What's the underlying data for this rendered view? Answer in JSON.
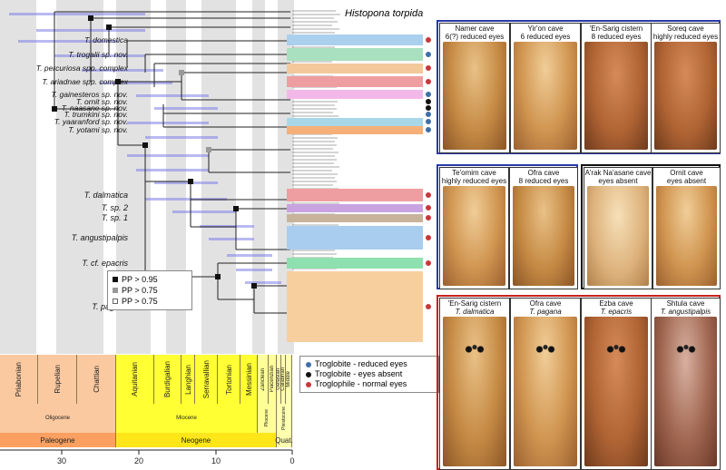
{
  "outgroup_label": "Histopona torpida",
  "clades": [
    {
      "name": "T. domestica",
      "color": "#aad0ee",
      "dot": "#c8383a"
    },
    {
      "name": "T. trogalii sp. nov.",
      "color": "#a8e0c0",
      "dot": "#3f6fa8"
    },
    {
      "name": "T. percuriosa spp. complex",
      "color": "#f3c89b",
      "dot": "#c8383a"
    },
    {
      "name": "T. ariadnae spp. complex",
      "color": "#ee9ea0",
      "dot": "#c8383a"
    },
    {
      "name": "T. gainesteros sp. nov.",
      "color": "#f2b9e8",
      "dot": "#3f6fa8"
    },
    {
      "name": "T. ornit sp. nov.",
      "color": "#ffffff",
      "dot": "#111111"
    },
    {
      "name": "T. naasane sp. nov.",
      "color": "#ffffff",
      "dot": "#111111"
    },
    {
      "name": "T. trumkini sp. nov.",
      "color": "#ffffff",
      "dot": "#3f6fa8"
    },
    {
      "name": "T. yaaranford sp. nov.",
      "color": "#a8d8e8",
      "dot": "#3f6fa8"
    },
    {
      "name": "T. yotami sp. nov.",
      "color": "#f5b07a",
      "dot": "#3f6fa8"
    },
    {
      "name": "T. dalmatica",
      "color": "#ee9ea0",
      "dot": "#c8383a"
    },
    {
      "name": "T. sp. 2",
      "color": "#c9a3e0",
      "dot": "#c8383a"
    },
    {
      "name": "T. sp. 1",
      "color": "#c7b39c",
      "dot": "#c8383a"
    },
    {
      "name": "T. angustipalpis",
      "color": "#a8cdef",
      "dot": "#c8383a"
    },
    {
      "name": "T. cf. epacris",
      "color": "#8fe0b0",
      "dot": "#c8383a"
    },
    {
      "name": "T. pagana",
      "color": "#f7cf9f",
      "dot": "#c8383a"
    }
  ],
  "pp_legend": [
    "PP > 0.95",
    "PP > 0.75",
    "PP > 0.75"
  ],
  "cave_legend": [
    {
      "label": "Troglobite - reduced eyes",
      "color": "#3f6fa8"
    },
    {
      "label": "Troglobite - eyes absent",
      "color": "#111111"
    },
    {
      "label": "Troglophile - normal eyes",
      "color": "#c8383a"
    }
  ],
  "epochs_stages": [
    {
      "label": "Priabonian",
      "color": "#fbc9a0"
    },
    {
      "label": "Rupelian",
      "color": "#fbc9a0"
    },
    {
      "label": "Chattian",
      "color": "#fbc9a0"
    },
    {
      "label": "Aquitanian",
      "color": "#ffff33"
    },
    {
      "label": "Burdigalian",
      "color": "#ffff33"
    },
    {
      "label": "Langhian",
      "color": "#ffff33"
    },
    {
      "label": "Serravallian",
      "color": "#ffff33"
    },
    {
      "label": "Tortonian",
      "color": "#ffff33"
    },
    {
      "label": "Messinian",
      "color": "#ffff33"
    },
    {
      "label": "Zanclean",
      "color": "#ffff99"
    },
    {
      "label": "Piacenzian",
      "color": "#ffff99"
    },
    {
      "label": "Gelasian",
      "color": "#ffffb0"
    },
    {
      "label": "Calabrian",
      "color": "#ffffb0"
    },
    {
      "label": "Middle",
      "color": "#ffffb0"
    }
  ],
  "epochs": [
    {
      "label": "Oligocene",
      "color": "#fbc9a0"
    },
    {
      "label": "Miocene",
      "color": "#ffff33"
    },
    {
      "label": "Pliocene",
      "color": "#ffff99"
    },
    {
      "label": "Pleistocene",
      "color": "#ffffb0"
    }
  ],
  "periods": [
    {
      "label": "Paleogene",
      "color": "#fba060"
    },
    {
      "label": "Neogene",
      "color": "#ffe619"
    },
    {
      "label": "Quat.",
      "color": "#ffffb0"
    }
  ],
  "axis_ticks": [
    "30",
    "20",
    "10",
    "0"
  ],
  "photo_groups": {
    "blue": [
      {
        "title": "Namer cave",
        "sub": "6(?) reduced eyes"
      },
      {
        "title": "Yir'on cave",
        "sub": "6 reduced eyes"
      },
      {
        "title": "'En-Sarig cistern",
        "sub": "8 reduced eyes"
      },
      {
        "title": "Soreq cave",
        "sub": "highly reduced eyes"
      },
      {
        "title": "Te'omim cave",
        "sub": "highly reduced eyes"
      },
      {
        "title": "Ofra cave",
        "sub": "8 reduced eyes"
      }
    ],
    "black": [
      {
        "title": "A'rak Na'asane cave",
        "sub": "eyes absent"
      },
      {
        "title": "Ornit cave",
        "sub": "eyes absent"
      }
    ],
    "red": [
      {
        "title": "'En-Sarig cistern",
        "sub": "T. dalmatica"
      },
      {
        "title": "Ofra cave",
        "sub": "T. pagana"
      },
      {
        "title": "Ezba cave",
        "sub": "T. epacris"
      },
      {
        "title": "Shtula cave",
        "sub": "T. angustipalpis"
      }
    ]
  }
}
